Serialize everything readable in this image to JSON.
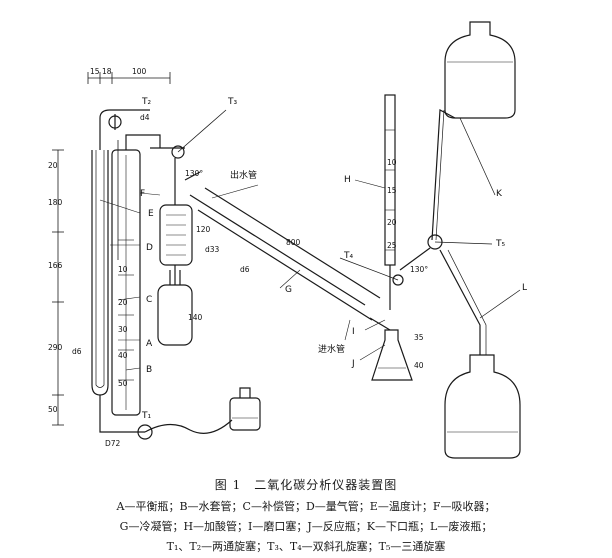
{
  "figure": {
    "title": "图 1　二氧化碳分析仪器装置图",
    "legend_lines": [
      "A—平衡瓶；B—水套管；C—补偿管；D—量气管；E—温度计；F—吸收器；",
      "G—冷凝管；H—加酸管；I—磨口塞；J—反应瓶；K—下口瓶；L—废液瓶；",
      "T₁、T₂—两通旋塞；T₃、T₄—双斜孔旋塞；T₅—三通旋塞"
    ]
  },
  "labels": {
    "A": "A",
    "B": "B",
    "C": "C",
    "D": "D",
    "E": "E",
    "F": "F",
    "G": "G",
    "H": "H",
    "I": "I",
    "J": "J",
    "K": "K",
    "L": "L",
    "T1": "T₁",
    "T2": "T₂",
    "T3": "T₃",
    "T4": "T₄",
    "T5": "T₅",
    "water_out": "出水管",
    "water_in": "进水管"
  },
  "dimensions": {
    "top_15": "15",
    "top_18": "18",
    "top_100": "100",
    "d4": "d4",
    "d33": "d33",
    "d6_a": "d6",
    "d6_b": "d6",
    "D72": "D72",
    "v180": "180",
    "v20": "20",
    "v166": "166",
    "v290": "290",
    "v50": "50",
    "v120": "120",
    "v140": "140",
    "v800": "800",
    "v35": "35",
    "v40": "40",
    "ang1": "130°",
    "ang2": "130°",
    "scale": [
      "10",
      "20",
      "30",
      "40",
      "50"
    ],
    "burette": [
      "10",
      "15",
      "20",
      "25"
    ]
  }
}
